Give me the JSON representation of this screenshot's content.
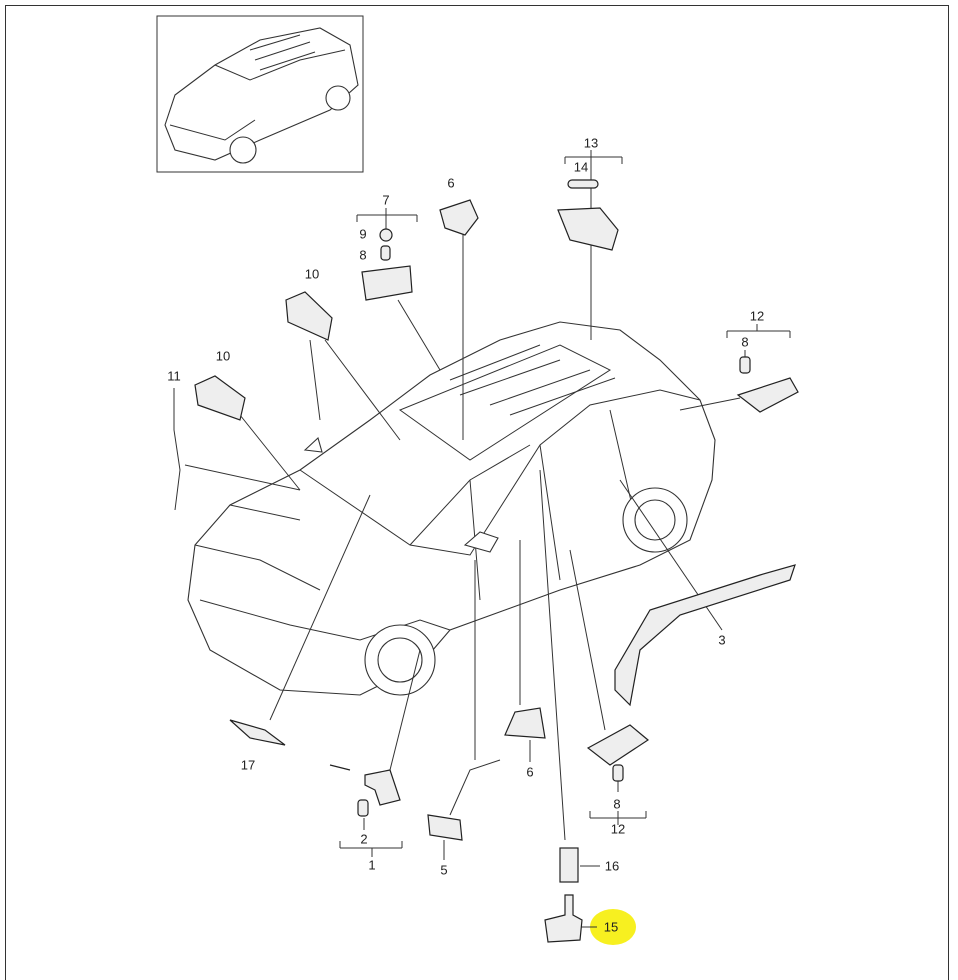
{
  "diagram": {
    "highlight_color": "#f7f020",
    "callouts": {
      "c13": "13",
      "c14": "14",
      "c6a": "6",
      "c7": "7",
      "c9": "9",
      "c8a": "8",
      "c10a": "10",
      "c10b": "10",
      "c11": "11",
      "c12a": "12",
      "c8b": "8",
      "c3": "3",
      "c17": "17",
      "c6b": "6",
      "c8c": "8",
      "c12b": "12",
      "c2": "2",
      "c1": "1",
      "c5": "5",
      "c16": "16",
      "c15": "15"
    }
  }
}
